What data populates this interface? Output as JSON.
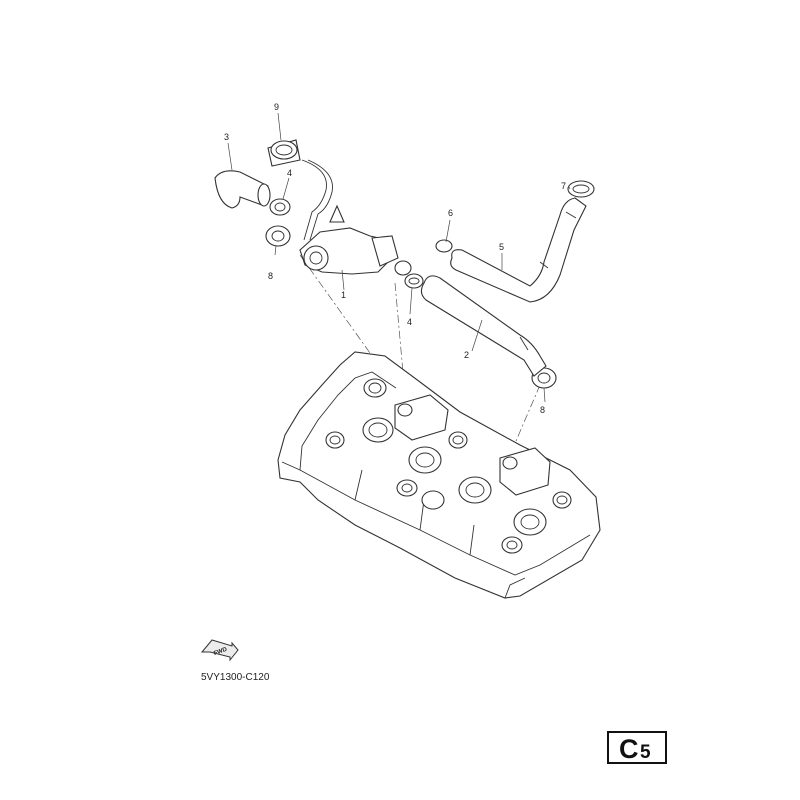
{
  "callouts": [
    "1",
    "2",
    "3",
    "4",
    "4",
    "5",
    "6",
    "7",
    "8",
    "8",
    "9"
  ],
  "fwd_label": "FWD",
  "diagram_code": "5VY1300-C120",
  "page_badge": {
    "letter": "C",
    "number": "5"
  }
}
